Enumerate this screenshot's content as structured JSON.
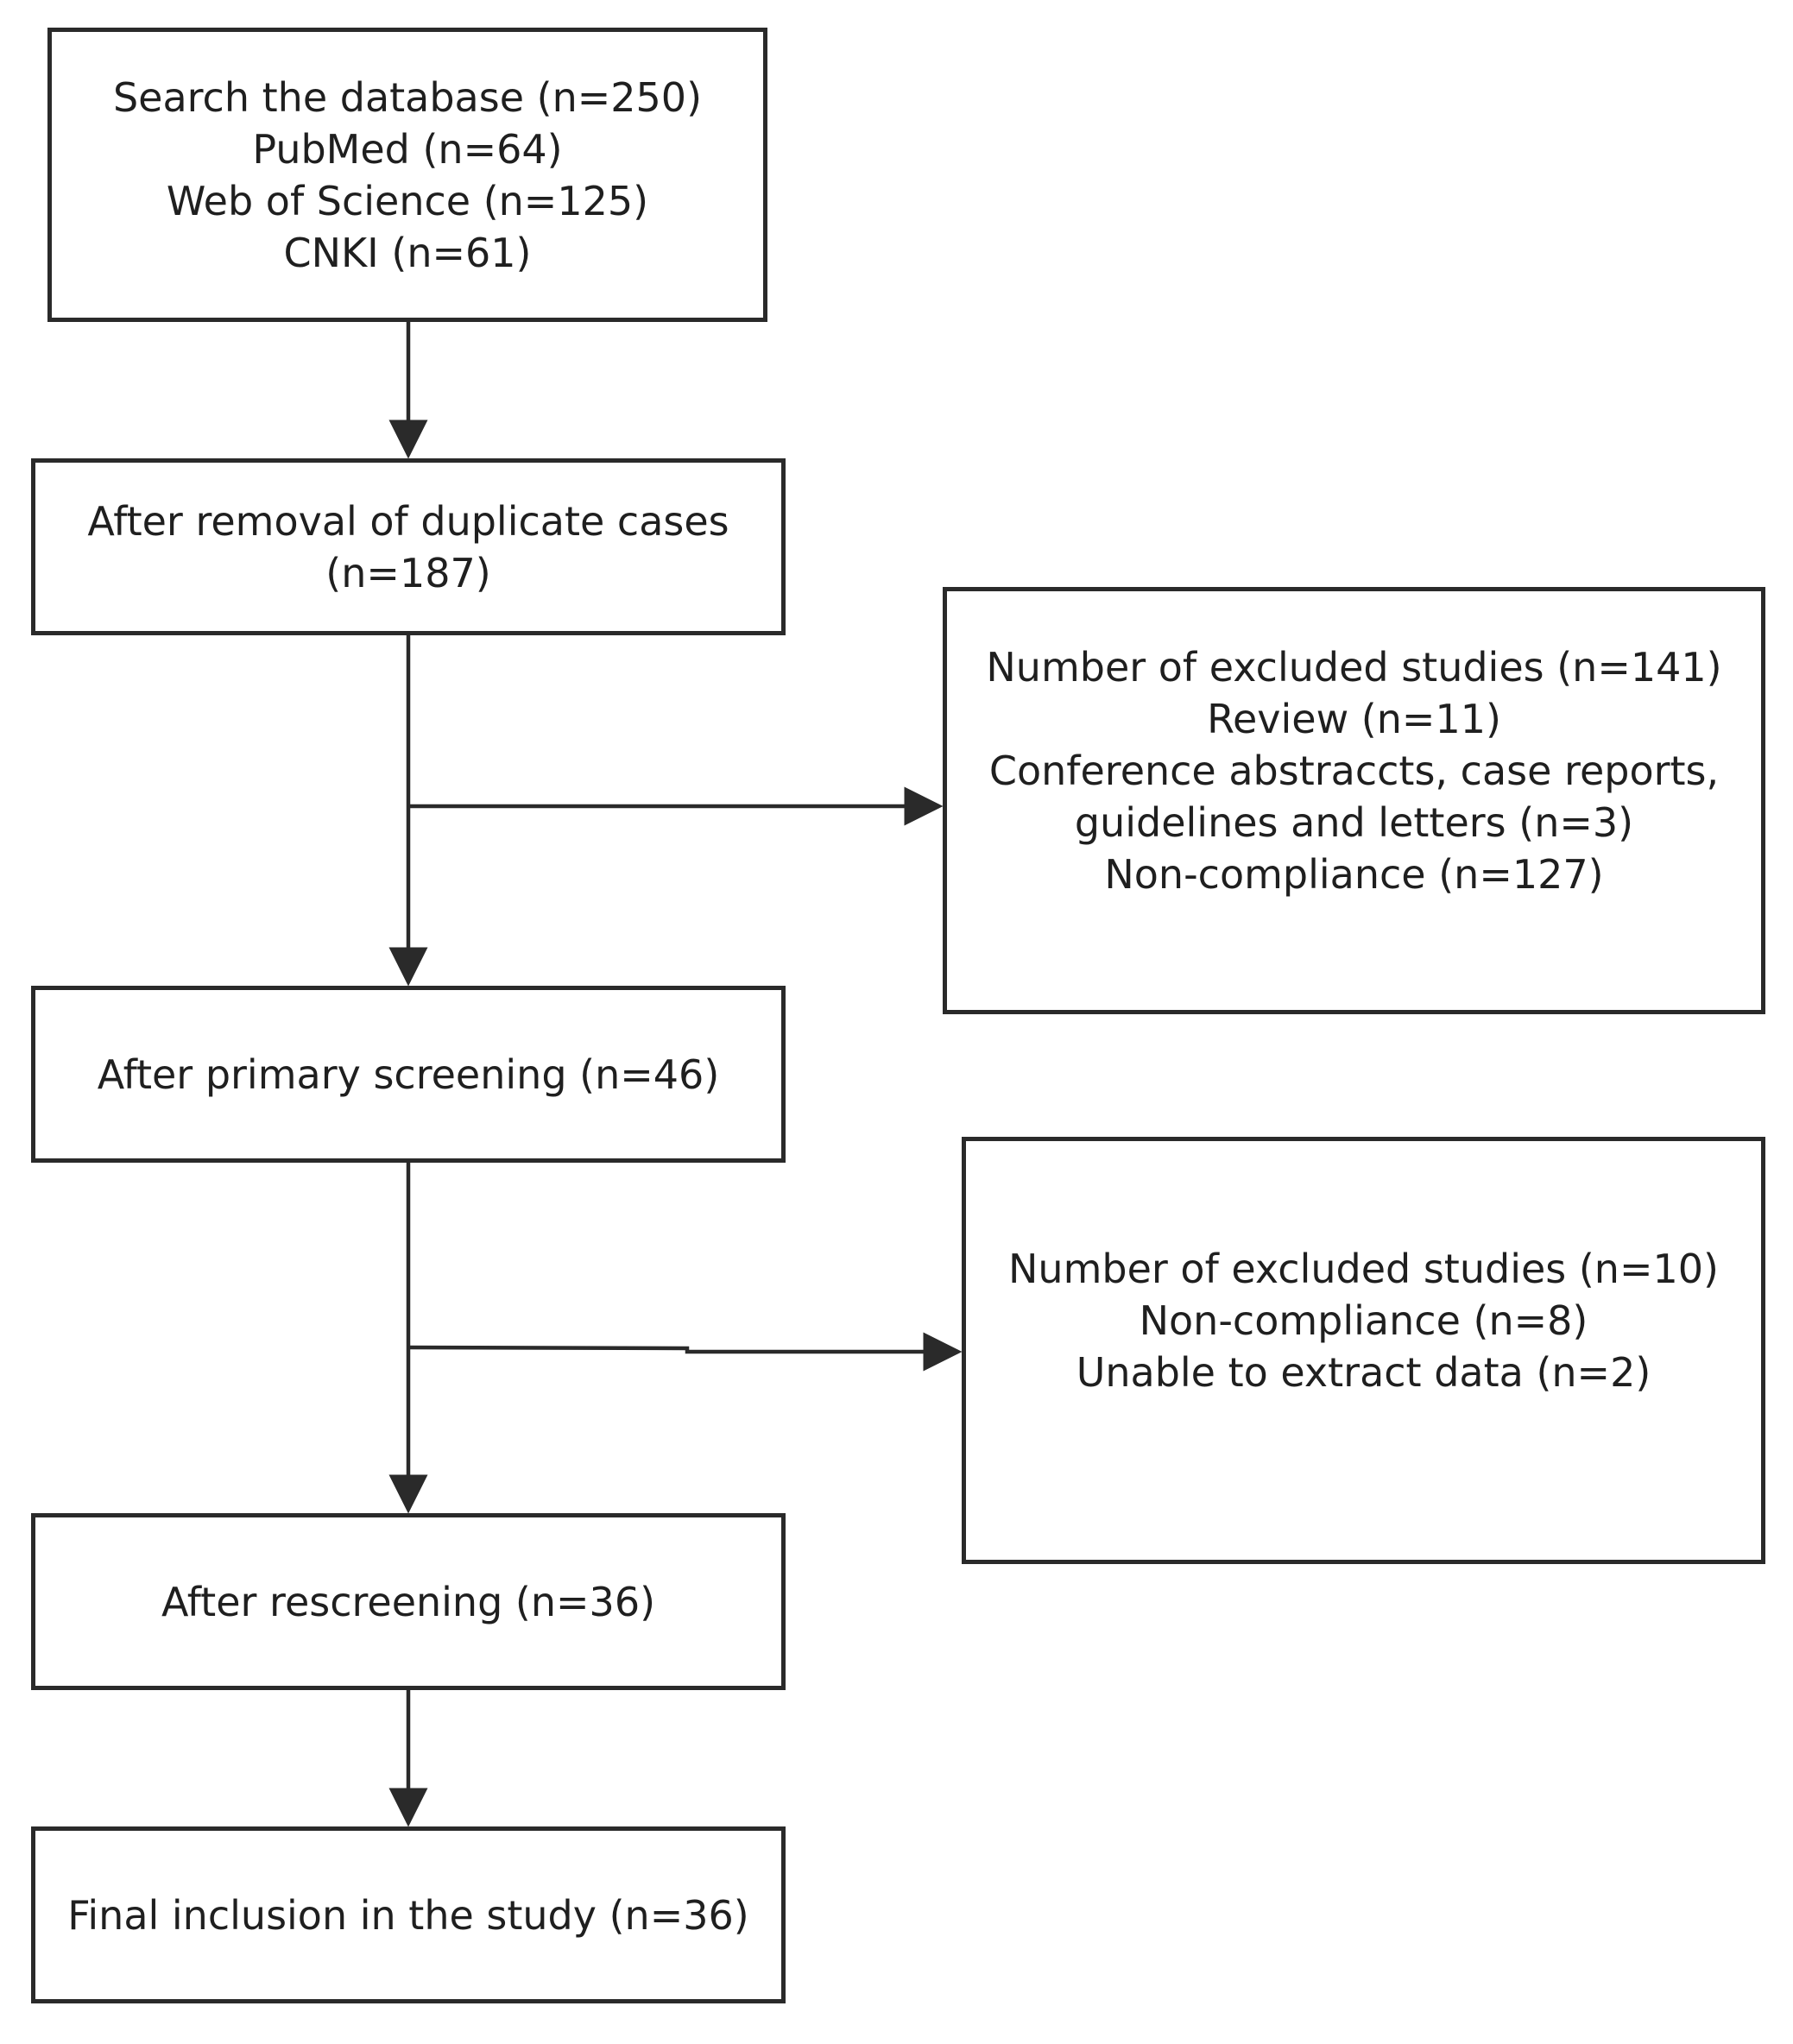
{
  "flowchart": {
    "search": {
      "lines": [
        "Search the database (n=250)",
        "PubMed (n=64)",
        "Web of Science (n=125)",
        "CNKI (n=61)"
      ]
    },
    "dedup": {
      "lines": [
        "After removal of duplicate cases",
        "(n=187)"
      ]
    },
    "exclusion_1": {
      "lines": [
        "Number of excluded studies (n=141)",
        "Review (n=11)",
        "Conference abstraccts, case reports,",
        "guidelines and letters (n=3)",
        "Non-compliance (n=127)"
      ]
    },
    "primary": {
      "lines": [
        "After primary screening (n=46)"
      ]
    },
    "exclusion_2": {
      "lines": [
        "Number of excluded studies (n=10)",
        "Non-compliance (n=8)",
        "Unable to extract data (n=2)"
      ]
    },
    "rescreen": {
      "lines": [
        "After rescreening (n=36)"
      ]
    },
    "final": {
      "lines": [
        "Final inclusion in the study (n=36)"
      ]
    }
  },
  "colors": {
    "stroke": "#2a2a2a",
    "text": "#1f1f1f",
    "background": "#ffffff"
  }
}
